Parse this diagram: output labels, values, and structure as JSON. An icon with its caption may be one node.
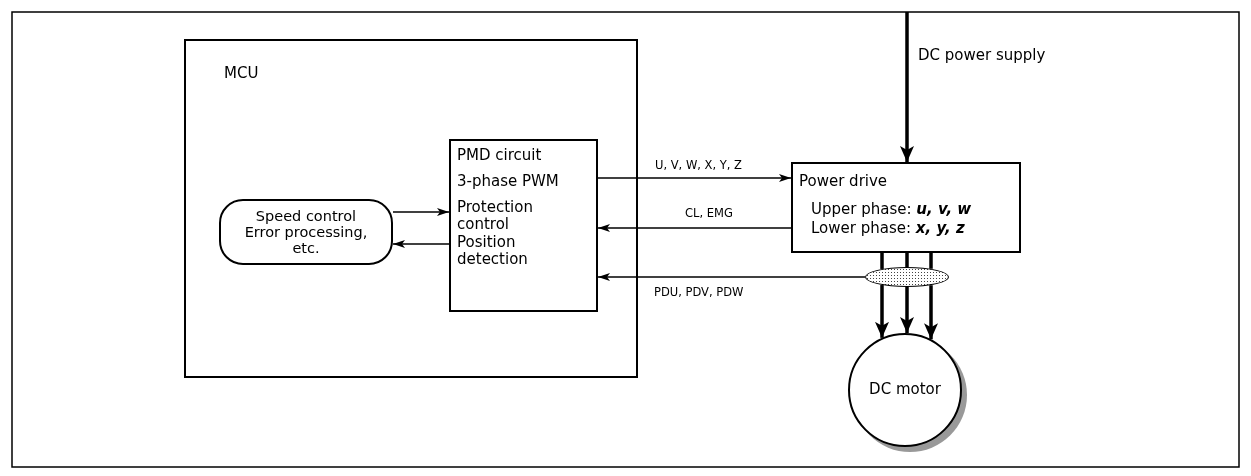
{
  "diagram": {
    "nodes": [
      {
        "text": [
          "MCU"
        ]
      },
      {
        "text": [
          "Speed control Error processing, etc."
        ],
        "in": 0
      },
      {
        "text": [
          "PMD circuit",
          "3-phase PWM",
          "Protection control",
          "Position detection"
        ],
        "in": 0
      },
      {
        "text": [
          "Power drive",
          "Upper phase: **u, v, w**",
          "Lower phase: **x, y, z**"
        ]
      },
      {
        "text": [
          "DC motor"
        ]
      },
      {
        "text": [],
        "shape": "ellipse"
      }
    ],
    "edges": [
      {
        "from": 1,
        "to": 2,
        "arrow": "to"
      },
      {
        "from": 2,
        "to": 1,
        "arrow": "to"
      },
      {
        "from": 2,
        "to": 3,
        "arrow": "to",
        "label": "U, V, W, X, Y, Z"
      },
      {
        "from": 3,
        "to": 2,
        "arrow": "to",
        "label": "CL, EMG"
      },
      {
        "from": 5,
        "to": 2,
        "arrow": "to",
        "label": "PDU, PDV, PDW"
      },
      {
        "from": 3,
        "to": 5,
        "arrow": "none"
      },
      {
        "from": 3,
        "to": 5,
        "arrow": "none"
      },
      {
        "from": 3,
        "to": 5,
        "arrow": "none"
      },
      {
        "from": 5,
        "to": 4,
        "arrow": "to"
      },
      {
        "from": 5,
        "to": 4,
        "arrow": "to"
      },
      {
        "from": 5,
        "to": 4,
        "arrow": "to"
      },
      {
        "from": null,
        "to": 3,
        "arrow": "to",
        "label": "DC power supply"
      }
    ]
  }
}
